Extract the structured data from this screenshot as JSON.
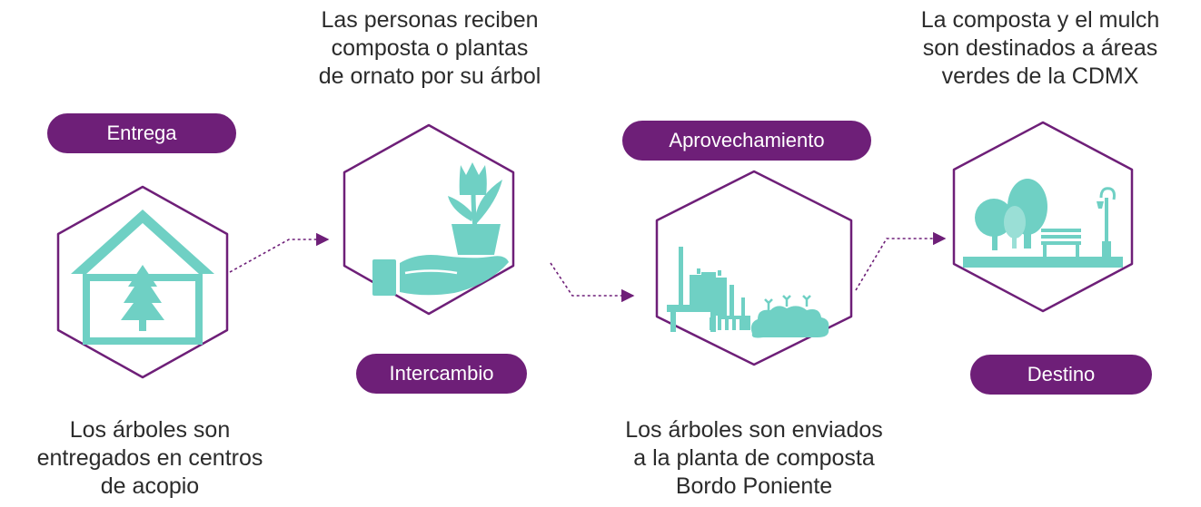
{
  "colors": {
    "accent": "#6e1f78",
    "teal": "#6fd0c4",
    "teal_light": "#9adfd6",
    "text": "#2b2b2b"
  },
  "steps": [
    {
      "label": "Entrega",
      "icon": "house-with-tree-icon",
      "description": [
        "Los árboles son",
        "entregados en centros",
        "de acopio"
      ]
    },
    {
      "label": "Intercambio",
      "icon": "hand-with-plant-icon",
      "description": [
        "Las personas reciben",
        "composta o plantas",
        "de ornato por su árbol"
      ]
    },
    {
      "label": "Aprovechamiento",
      "icon": "composting-plant-icon",
      "description": [
        "Los árboles son enviados",
        "a la planta de composta",
        "Bordo Poniente"
      ]
    },
    {
      "label": "Destino",
      "icon": "park-icon",
      "description": [
        "La composta y el mulch",
        "son destinados a áreas",
        "verdes de la CDMX"
      ]
    }
  ]
}
